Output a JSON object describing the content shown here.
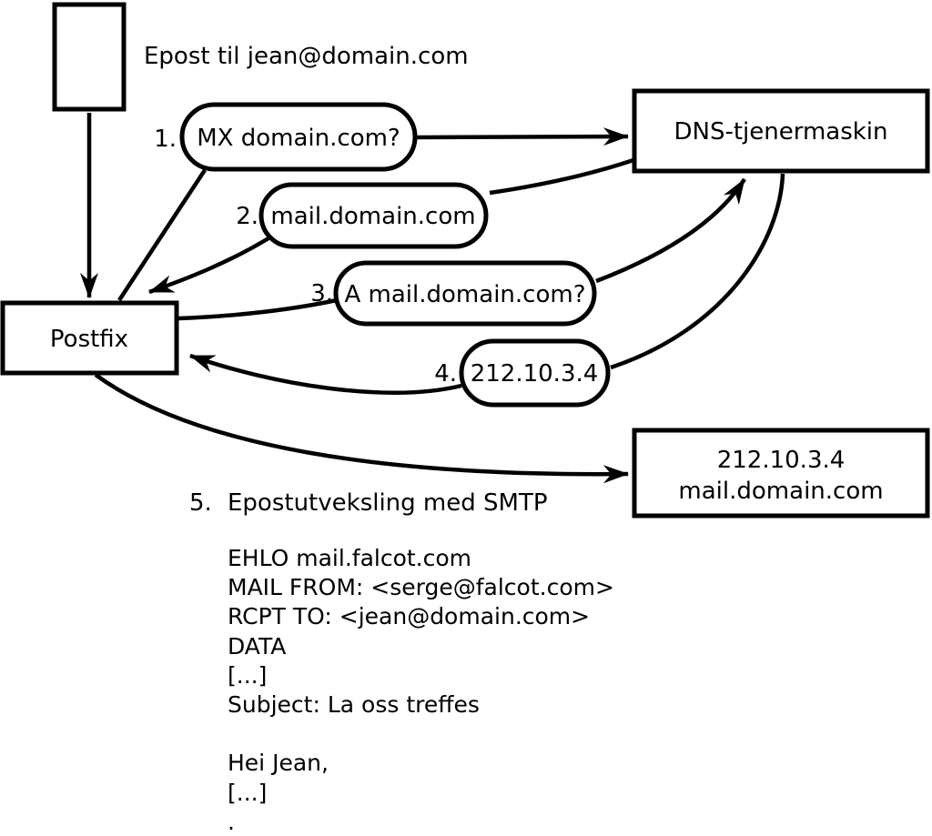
{
  "diagram": {
    "title": "Epost til jean@domain.com",
    "nodes": {
      "postfix": {
        "label": "Postfix"
      },
      "dns_server": {
        "label": "DNS-tjenermaskin"
      },
      "destination_server": {
        "ip": "212.10.3.4",
        "hostname": "mail.domain.com"
      }
    },
    "steps": [
      {
        "num": "1.",
        "label": "MX domain.com?"
      },
      {
        "num": "2.",
        "label": "mail.domain.com"
      },
      {
        "num": "3.",
        "label": "A mail.domain.com?"
      },
      {
        "num": "4.",
        "label": "212.10.3.4"
      },
      {
        "num": "5.",
        "label": "Epostutveksling med SMTP"
      }
    ],
    "smtp_session": "EHLO mail.falcot.com\nMAIL FROM: <serge@falcot.com>\nRCPT TO: <jean@domain.com>\nDATA\n[...]\nSubject: La oss treffes\n\nHei Jean,\n[...]\n.",
    "colors": {
      "stroke": "#000000",
      "fill": "#ffffff"
    }
  }
}
